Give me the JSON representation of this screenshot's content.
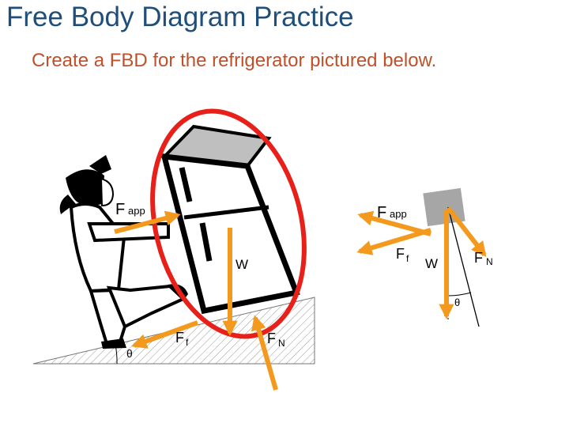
{
  "slide": {
    "title": "Free Body Diagram Practice",
    "subtitle": "Create a FBD for the refrigerator pictured below."
  },
  "labels": {
    "F": "F",
    "app": "app",
    "f": "f",
    "N": "N",
    "W": "W",
    "theta": "θ"
  },
  "colors": {
    "title": "#1f4e79",
    "subtitle": "#c0502a",
    "force_arrow": "#f39a1e",
    "highlight_ellipse": "#e8201a",
    "block": "#a6a6a6",
    "fridge_top": "#bfbfbf"
  }
}
